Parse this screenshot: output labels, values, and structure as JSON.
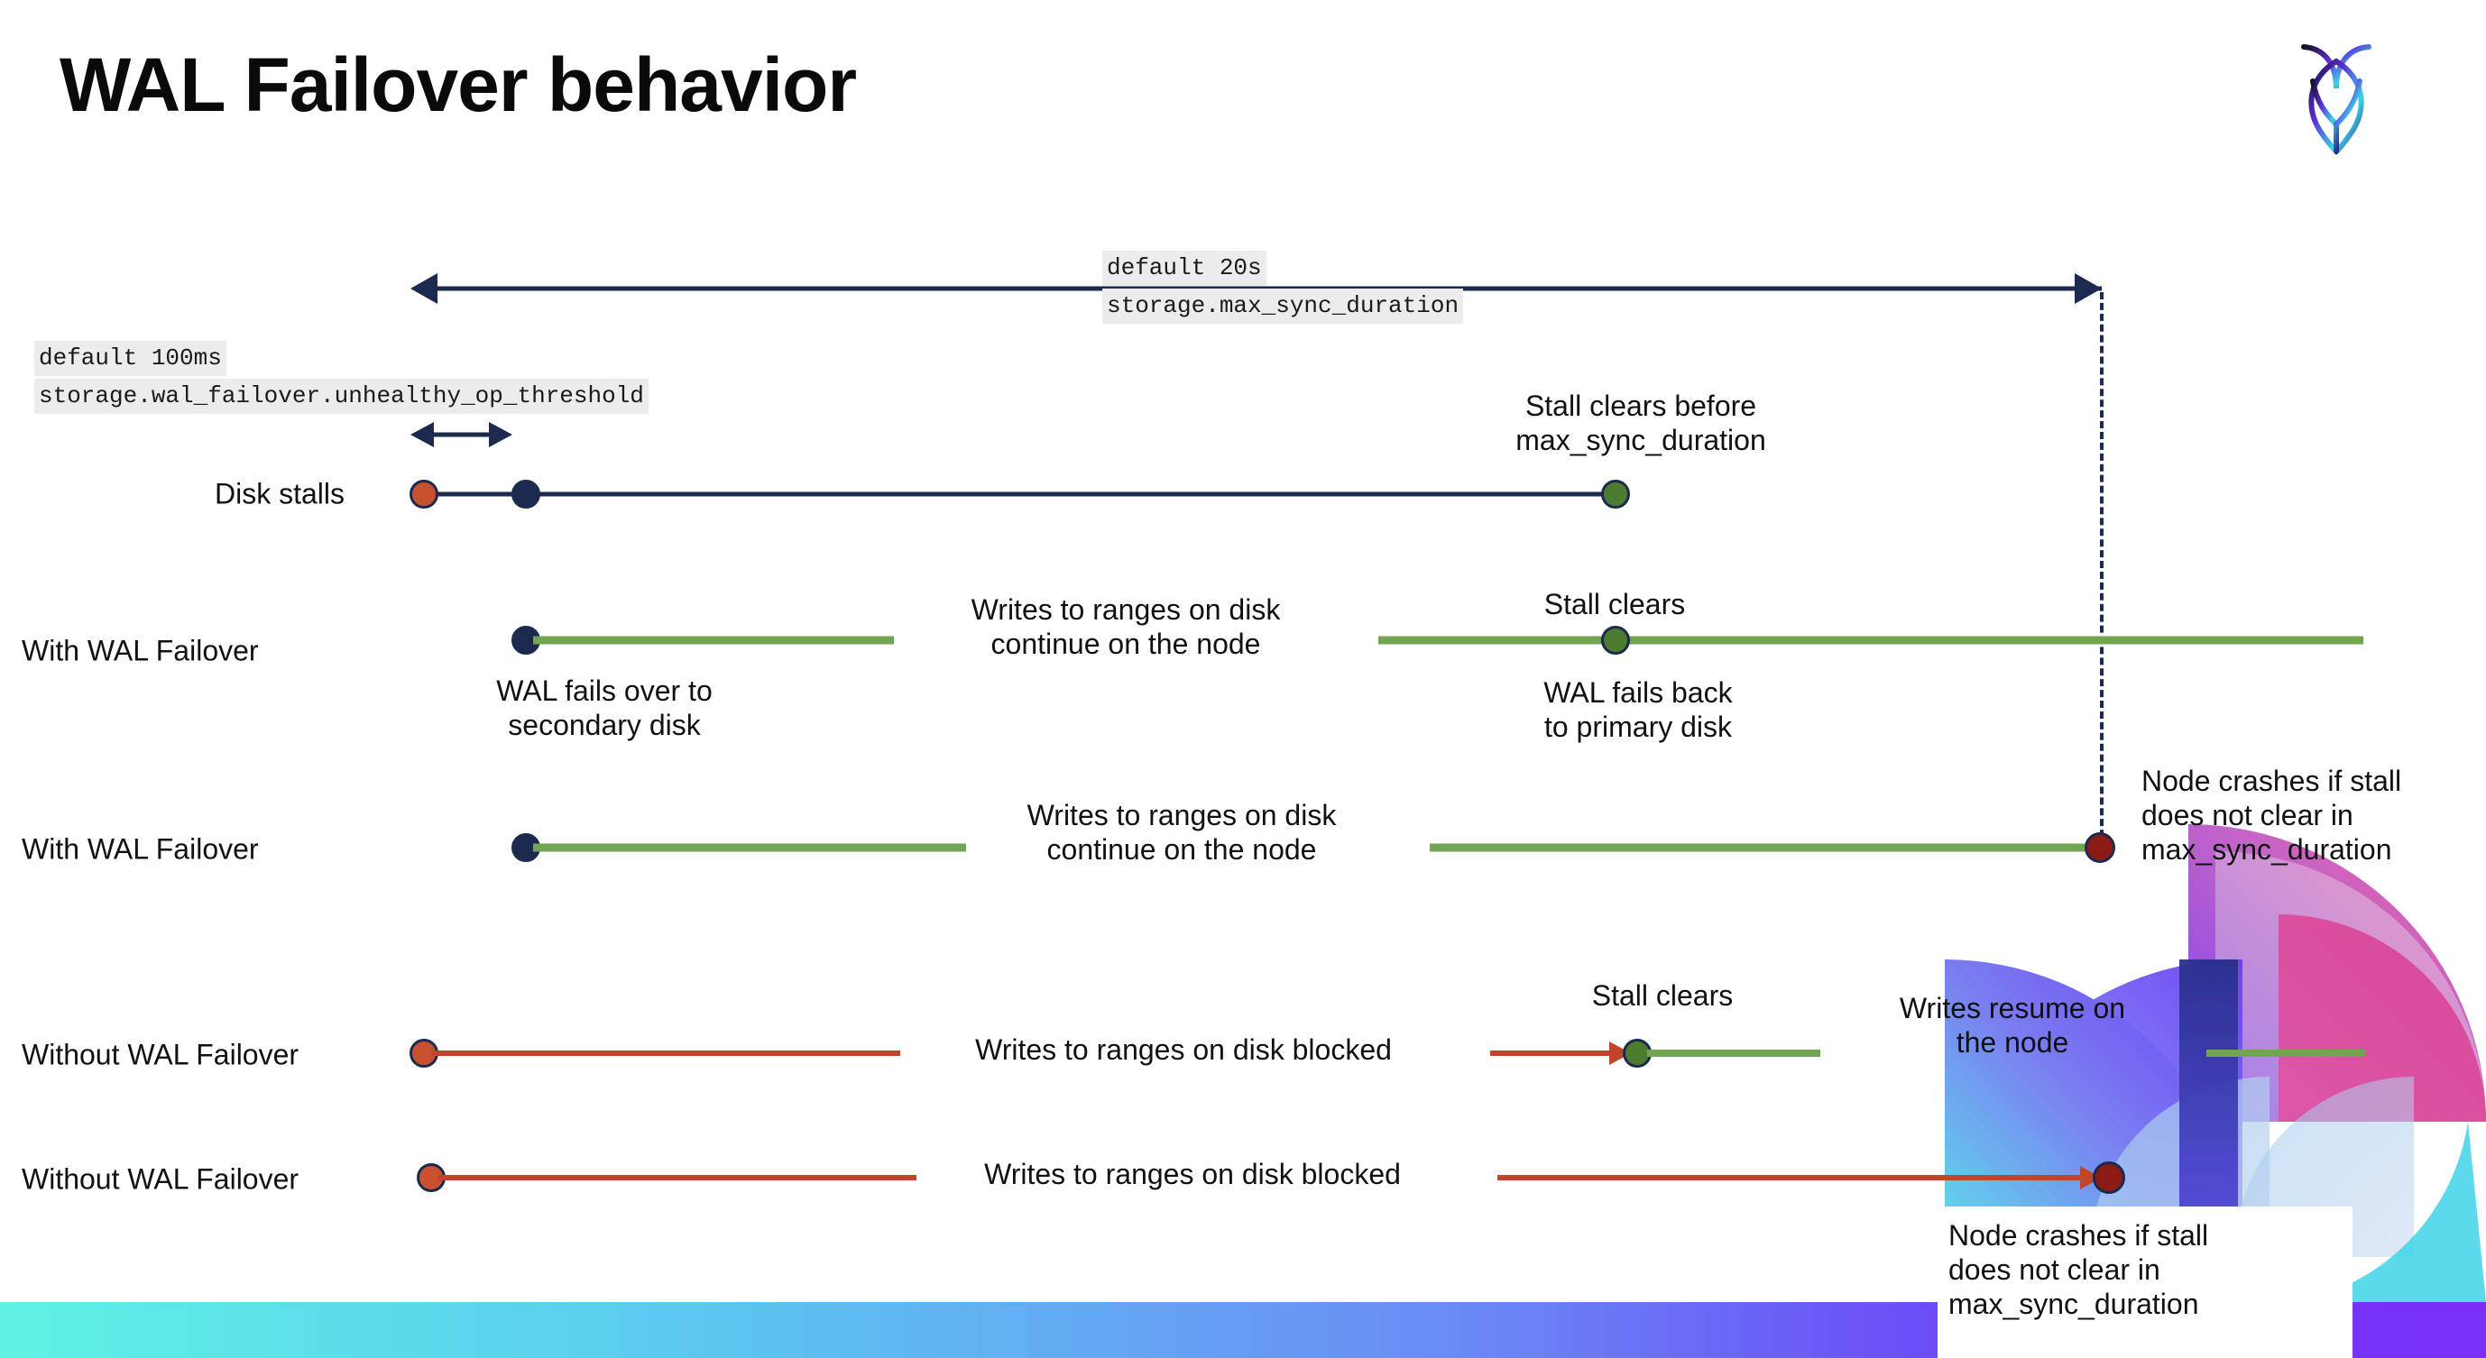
{
  "title": "WAL Failover behavior",
  "brand": {
    "logo_name": "cockroachdb-logo",
    "accent_purple": "#6b3ef7",
    "accent_cyan": "#5ef2e4"
  },
  "colors": {
    "navy": "#1b2a4e",
    "green_line": "#72a551",
    "red_line": "#c0452a",
    "dot_orange": "#c8512f",
    "dot_green": "#4c7c2f",
    "dot_darkred": "#8c1b18",
    "code_bg": "#ececec"
  },
  "settings": {
    "max_sync": {
      "default": "default 20s",
      "name": "storage.max_sync_duration"
    },
    "unhealthy_op": {
      "default": "default 100ms",
      "name": "storage.wal_failover.unhealthy_op_threshold"
    }
  },
  "rows": [
    {
      "id": "disk-stalls",
      "label": "Disk stalls",
      "notes": [
        {
          "id": "stall-clears-before",
          "text": "Stall clears before\nmax_sync_duration"
        }
      ]
    },
    {
      "id": "with-wal-failover-clears",
      "label": "With WAL Failover",
      "notes": [
        {
          "id": "writes-continue",
          "text": "Writes to ranges on disk\ncontinue on the node"
        },
        {
          "id": "stall-clears",
          "text": "Stall clears"
        },
        {
          "id": "wal-fails-over",
          "text": "WAL fails over to\nsecondary disk"
        },
        {
          "id": "wal-fails-back",
          "text": "WAL fails  back\nto primary disk"
        }
      ]
    },
    {
      "id": "with-wal-failover-crash",
      "label": "With WAL Failover",
      "notes": [
        {
          "id": "writes-continue-2",
          "text": "Writes to ranges on disk\ncontinue on the node"
        },
        {
          "id": "node-crashes-1",
          "text": "Node crashes if stall\ndoes not clear in\nmax_sync_duration"
        }
      ]
    },
    {
      "id": "without-wal-failover-clears",
      "label": "Without WAL Failover",
      "notes": [
        {
          "id": "writes-blocked",
          "text": "Writes to ranges on disk  blocked"
        },
        {
          "id": "stall-clears-2",
          "text": "Stall clears"
        },
        {
          "id": "writes-resume",
          "text": "Writes resume on\nthe node"
        }
      ]
    },
    {
      "id": "without-wal-failover-crash",
      "label": "Without WAL Failover",
      "notes": [
        {
          "id": "writes-blocked-2",
          "text": "Writes to ranges on disk  blocked"
        },
        {
          "id": "node-crashes-2",
          "text": "Node crashes if stall\ndoes not clear in\nmax_sync_duration"
        }
      ]
    }
  ],
  "labels": {
    "title": "WAL Failover behavior",
    "disk_stalls": "Disk stalls",
    "with_wal_failover": "With WAL Failover",
    "without_wal_failover": "Without WAL Failover",
    "max_sync_default": "default 20s",
    "max_sync_name": "storage.max_sync_duration",
    "unhealthy_default": "default 100ms",
    "unhealthy_name": "storage.wal_failover.unhealthy_op_threshold",
    "stall_clears_before": "Stall clears before\nmax_sync_duration",
    "stall_clears": "Stall clears",
    "wal_fails_over": "WAL fails over to\nsecondary disk",
    "wal_fails_back": "WAL fails  back\nto primary disk",
    "writes_continue": "Writes to ranges on disk\ncontinue on the node",
    "writes_blocked": "Writes to ranges on disk  blocked",
    "writes_resume": "Writes resume on\nthe node",
    "node_crashes": "Node crashes if stall\ndoes not clear in\nmax_sync_duration"
  }
}
